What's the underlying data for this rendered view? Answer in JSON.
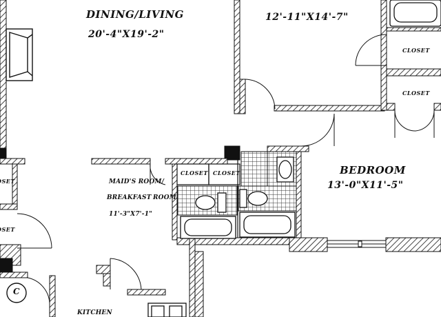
{
  "rooms": {
    "dining_living": {
      "name": "DINING/LIVING",
      "dims": "20'-4\"X19'-2\""
    },
    "top_room": {
      "dims": "12'-11\"X14'-7\""
    },
    "bedroom": {
      "name": "BEDROOM",
      "dims": "13'-0\"X11'-5\""
    },
    "maids_room": {
      "line1": "MAID'S ROOM/",
      "line2a": "BREAKFAST",
      "line2b": "ROOM",
      "dims": "11'-3\"X7'-1\""
    },
    "kitchen": {
      "name": "KITCHEN"
    }
  },
  "closets": {
    "top_right_upper": "CLOSET",
    "top_right_lower": "CLOSET",
    "hall_left": "CLOSET",
    "hall_right": "CLOSET",
    "left_edge_upper": "CLOSET",
    "left_edge_lower": "CLOSET"
  },
  "markers": {
    "circle_c": "C"
  },
  "colors": {
    "wall": "#111111",
    "line": "#222222",
    "tile": "#333333"
  }
}
